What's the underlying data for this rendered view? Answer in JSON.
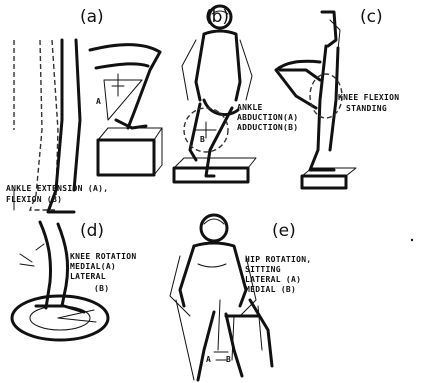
{
  "panels": [
    {
      "id": "a",
      "label": "(a)",
      "caption": [
        "ANKLE EXTENSION (A),",
        "FLEXION (B)"
      ],
      "icon": "ankle-extension-figure-icon"
    },
    {
      "id": "b",
      "label": "(b)",
      "caption": [
        "ANKLE",
        "ABDUCTION(A)",
        "ADDUCTION(B)"
      ],
      "icon": "ankle-abduction-figure-icon"
    },
    {
      "id": "c",
      "label": "(c)",
      "caption": [
        "KNEE FLEXION",
        "STANDING"
      ],
      "icon": "knee-flexion-figure-icon"
    },
    {
      "id": "d",
      "label": "(d)",
      "caption": [
        "KNEE ROTATION",
        "MEDIAL(A)",
        "LATERAL",
        "(B)"
      ],
      "icon": "knee-rotation-figure-icon"
    },
    {
      "id": "e",
      "label": "(e)",
      "caption": [
        "HIP ROTATION,",
        "SITTING",
        "LATERAL (A)",
        "MEDIAL (B)"
      ],
      "icon": "hip-rotation-figure-icon"
    }
  ],
  "markers": {
    "a": "A",
    "b": "B"
  }
}
